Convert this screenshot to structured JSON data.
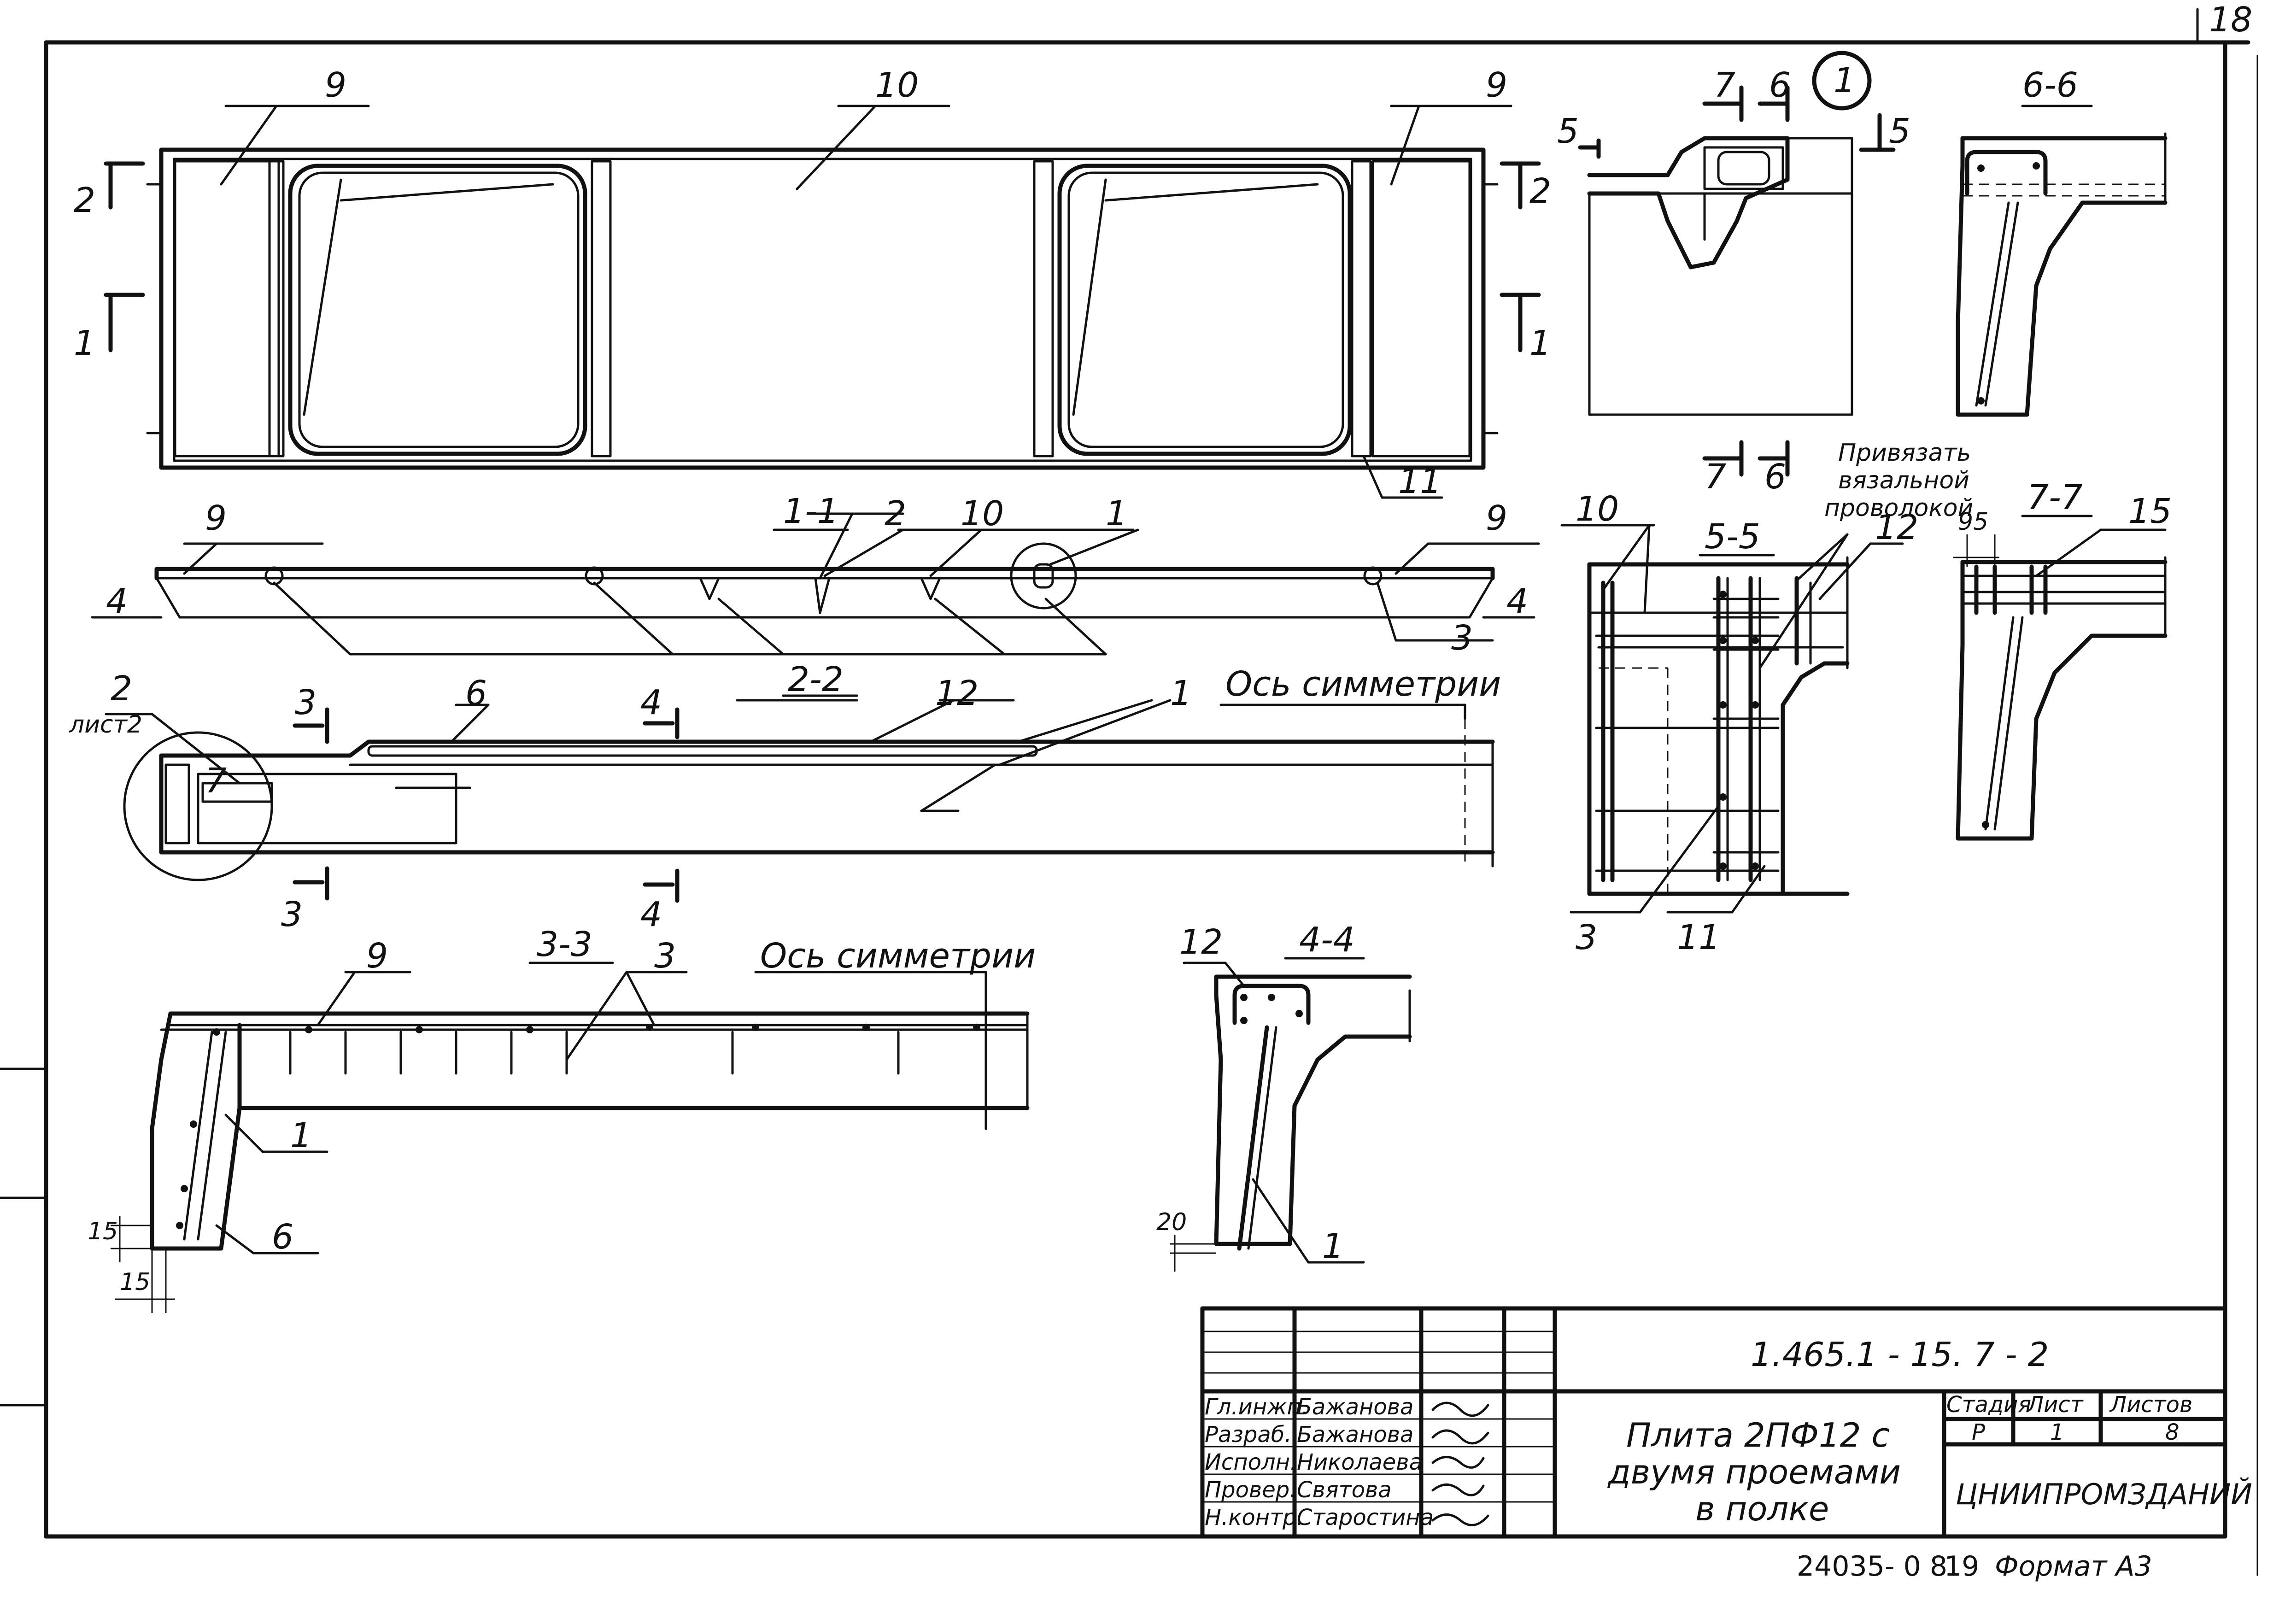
{
  "sheet_number": "18",
  "view_circle": "1",
  "section_labels": {
    "s11": "1-1",
    "s22": "2-2",
    "s33": "3-3",
    "s44": "4-4",
    "s55": "5-5",
    "s66": "6-6",
    "s77": "7-7"
  },
  "section_marks": {
    "m1": "1",
    "m2": "2",
    "m3": "3",
    "m4": "4",
    "m5": "5",
    "m6": "6",
    "m7": "7"
  },
  "positions": {
    "p1": "1",
    "p2": "2",
    "p3": "3",
    "p4": "4",
    "p6": "6",
    "p7": "7",
    "p9": "9",
    "p10": "10",
    "p11": "11",
    "p12": "12",
    "p15": "15"
  },
  "axis_symmetry": "Ось симметрии",
  "callout_ref": {
    "number": "2",
    "sheet": "лист2"
  },
  "note_tie": [
    "Привязать",
    "вязальной",
    "проволокой"
  ],
  "dimensions": {
    "d15a": "15",
    "d15b": "15",
    "d20": "20",
    "d95": "95"
  },
  "title_block": {
    "doc_code": "1.465.1 - 15. 7 - 2",
    "title_lines": [
      "Плита 2ПФ12 с",
      "двумя проемами",
      "в полке"
    ],
    "roles": [
      "Гл.инжп.",
      "Разраб.",
      "Исполн.",
      "Провер.",
      "Н.контр."
    ],
    "names": [
      "Бажанова",
      "Бажанова",
      "Николаева",
      "Святова",
      "Старостина"
    ],
    "stage_label": "Стадия",
    "sheet_label": "Лист",
    "sheets_label": "Листов",
    "stage": "Р",
    "sheet": "1",
    "sheets": "8",
    "organization": "ЦНИИПРОМЗДАНИЙ"
  },
  "footer": {
    "archive": "24035- 0 8",
    "page": "19",
    "format": "Формат А3"
  }
}
